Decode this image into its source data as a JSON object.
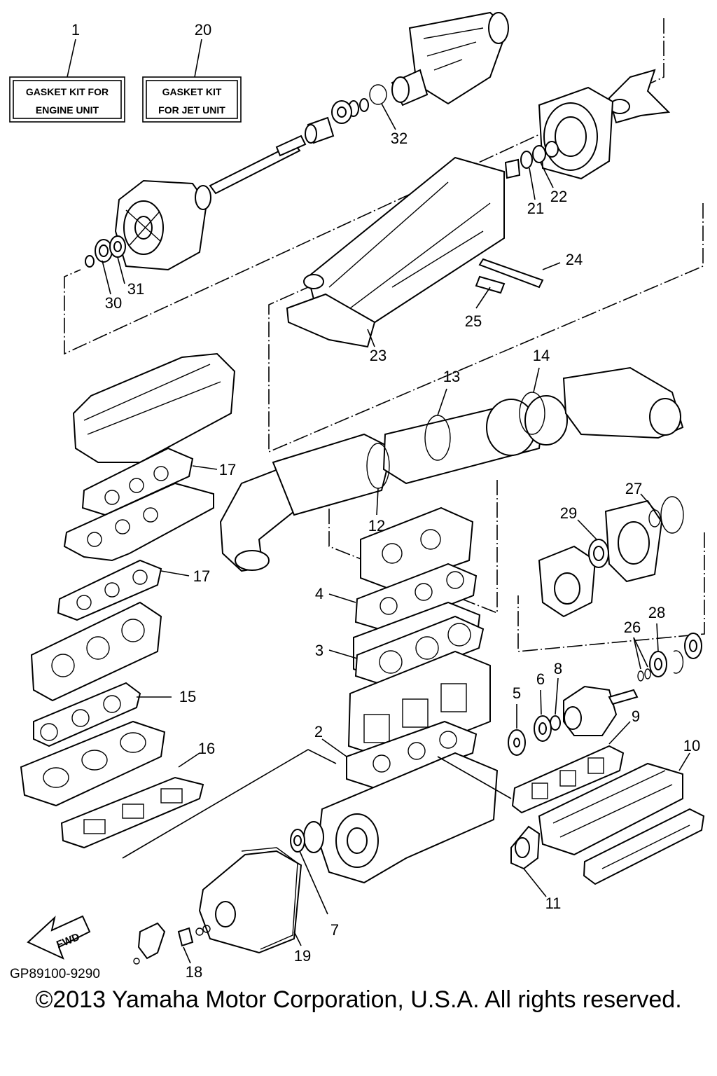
{
  "kit_boxes": [
    {
      "callout": "1",
      "line1": "GASKET KIT FOR",
      "line2": "ENGINE UNIT"
    },
    {
      "callout": "20",
      "line1": "GASKET KIT",
      "line2": "FOR JET UNIT"
    }
  ],
  "callouts": {
    "c2": "2",
    "c3": "3",
    "c4": "4",
    "c5": "5",
    "c6": "6",
    "c7": "7",
    "c8": "8",
    "c9": "9",
    "c10": "10",
    "c11": "11",
    "c12": "12",
    "c13": "13",
    "c14": "14",
    "c15": "15",
    "c16": "16",
    "c17a": "17",
    "c17b": "17",
    "c18": "18",
    "c19": "19",
    "c21": "21",
    "c22": "22",
    "c23": "23",
    "c24": "24",
    "c25": "25",
    "c26": "26",
    "c27": "27",
    "c28": "28",
    "c29": "29",
    "c30": "30",
    "c31": "31",
    "c32": "32"
  },
  "fwd_label": "FWD",
  "drawing_code": "GP89100-9290",
  "copyright": "©2013 Yamaha Motor Corporation, U.S.A. All rights reserved."
}
